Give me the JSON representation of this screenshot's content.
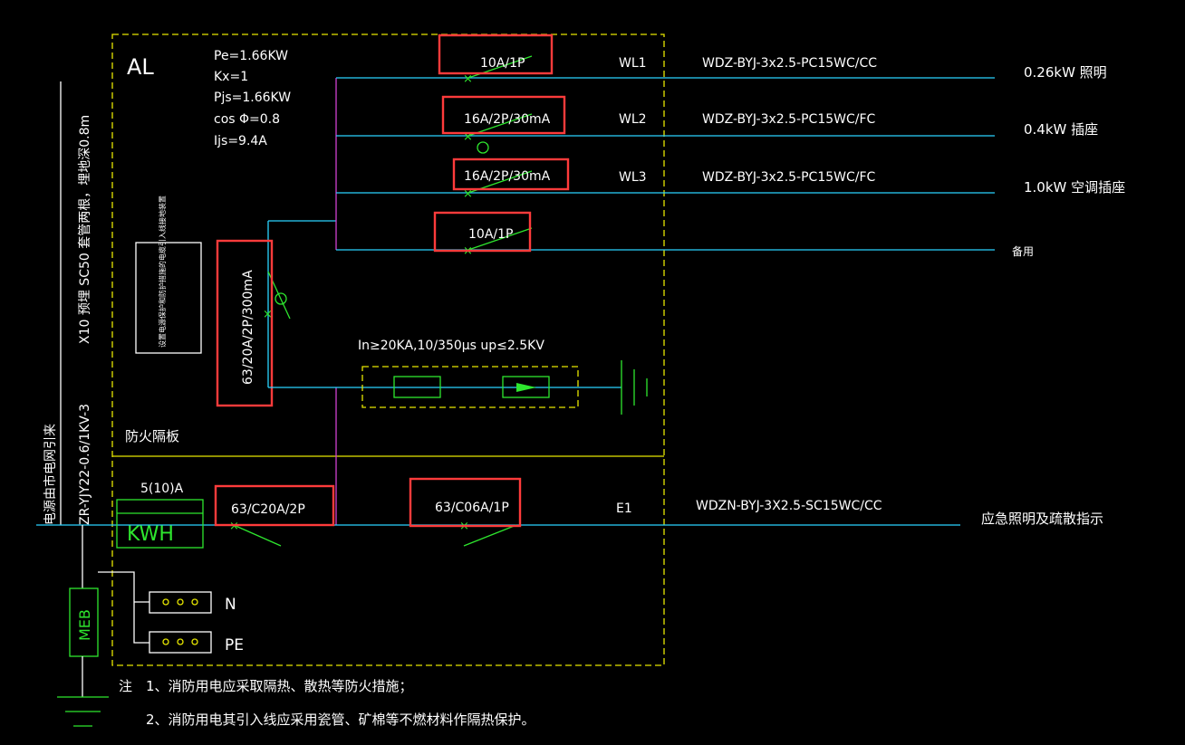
{
  "panel": {
    "name": "AL",
    "params": [
      "Pe=1.66KW",
      "Kx=1",
      "Pjs=1.66KW",
      "cos  Φ=0.8",
      "Ijs=9.4A"
    ],
    "firewall_label": "防火隔板",
    "main_breaker": "63/20A/2P/300mA",
    "spd_spec": "In≥20KA,10/350μs  up≤2.5KV",
    "legend_box": "设置电源保护和防护措施的电缆引入线接地装置"
  },
  "incoming": {
    "source": "电源由市电网引来",
    "cable": "ZR-YJY22-0.6/1KV-3",
    "conduit": "X10 预埋 SC50 套管两根，埋地深0.8m"
  },
  "circuits": [
    {
      "breaker": "10A/1P",
      "id": "WL1",
      "cable": "WDZ-BYJ-3x2.5-PC15WC/CC",
      "load": "0.26kW  照明"
    },
    {
      "breaker": "16A/2P/30mA",
      "id": "WL2",
      "cable": "WDZ-BYJ-3x2.5-PC15WC/FC",
      "load": "0.4kW  插座"
    },
    {
      "breaker": "16A/2P/30mA",
      "id": "WL3",
      "cable": "WDZ-BYJ-3x2.5-PC15WC/FC",
      "load": "1.0kW  空调插座"
    },
    {
      "breaker": "10A/1P",
      "id": "",
      "cable": "",
      "load": "备用"
    }
  ],
  "emergency": {
    "meter_rating": "5(10)A",
    "meter_label": "KWH",
    "main_breaker": "63/C20A/2P",
    "breaker": "63/C06A/1P",
    "id": "E1",
    "cable": "WDZN-BYJ-3X2.5-SC15WC/CC",
    "load": "应急照明及疏散指示"
  },
  "earthing": {
    "meb": "MEB",
    "n_bar": "N",
    "pe_bar": "PE"
  },
  "notes": {
    "prefix": "注",
    "lines": [
      "1、消防用电应采取隔热、散热等防火措施；",
      "2、消防用电其引入线应采用瓷管、矿棉等不燃材料作隔热保护。"
    ]
  },
  "colors": {
    "background": "#000000",
    "wire": "#2ad4ff",
    "bus": "#d040d0",
    "breaker": "#2ee62e",
    "frame": "#e6e600",
    "highlight": "#ff3b3b",
    "text": "#ffffff"
  }
}
